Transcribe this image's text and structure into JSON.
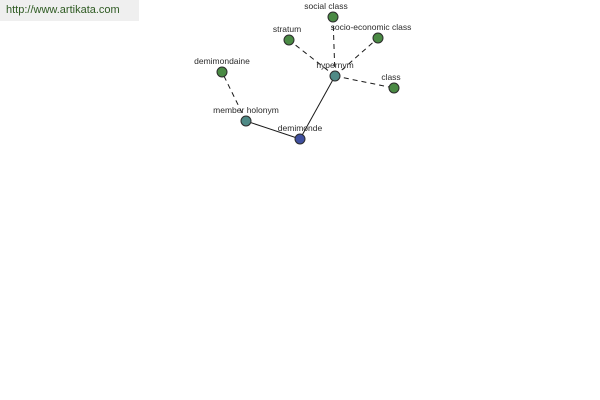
{
  "source_link": "http://www.artikata.com",
  "colors": {
    "center": "#4050a0",
    "relation": "#4f8a86",
    "term": "#4a8a44"
  },
  "nodes": {
    "center": "demimonde",
    "relation_hypernym": "hypernym",
    "relation_member_holonym": "member holonym",
    "term_social_class": "social class",
    "term_stratum": "stratum",
    "term_socio_economic_class": "socio-economic class",
    "term_class": "class",
    "term_demimondaine": "demimondaine"
  }
}
